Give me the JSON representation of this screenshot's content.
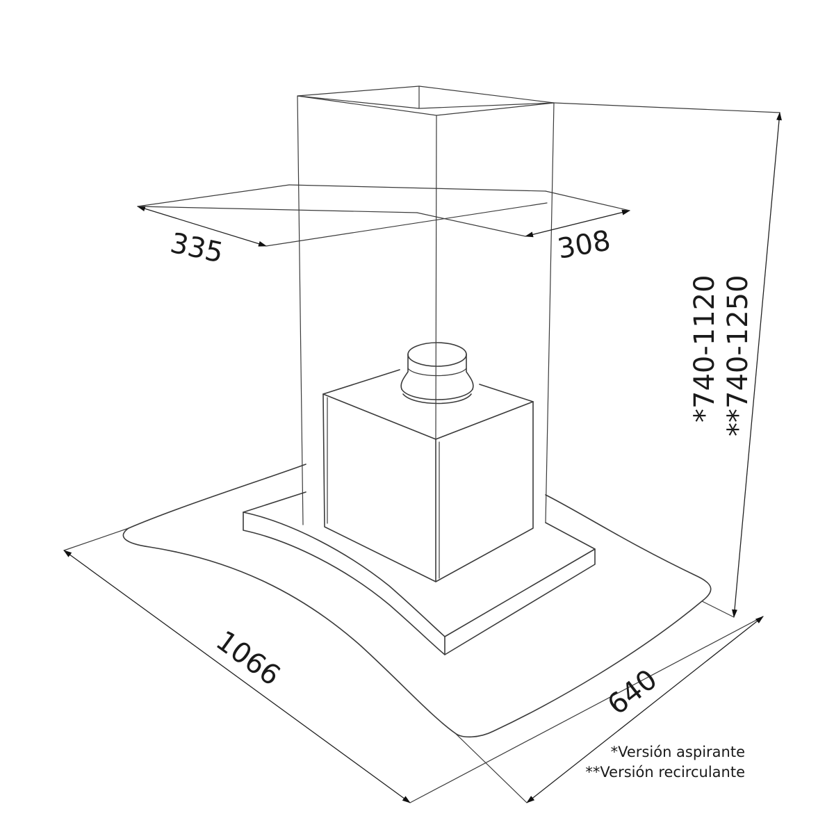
{
  "dimensions": {
    "chimney_depth": "335",
    "chimney_width": "308",
    "height_aspirante": "*740-1120",
    "height_recirculante": "**740-1250",
    "canopy_width": "1066",
    "canopy_depth": "640"
  },
  "notes": {
    "aspirante": "*Versión aspirante",
    "recirculante": "**Versión recirculante"
  }
}
